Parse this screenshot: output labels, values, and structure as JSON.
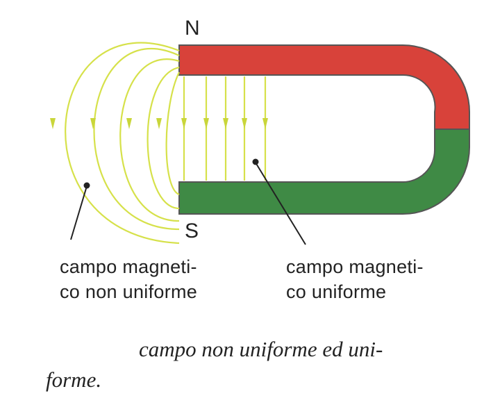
{
  "poles": {
    "north": "N",
    "south": "S"
  },
  "labels": {
    "non_uniform": [
      "campo magneti-",
      "co non uniforme"
    ],
    "uniform": [
      "campo magneti-",
      "co uniforme"
    ]
  },
  "caption": [
    "campo non uniforme ed uni-",
    "forme."
  ],
  "colors": {
    "north_pole": "#d8423a",
    "south_pole": "#3f8a45",
    "field_lines": "#d6e14a",
    "text": "#222222"
  }
}
